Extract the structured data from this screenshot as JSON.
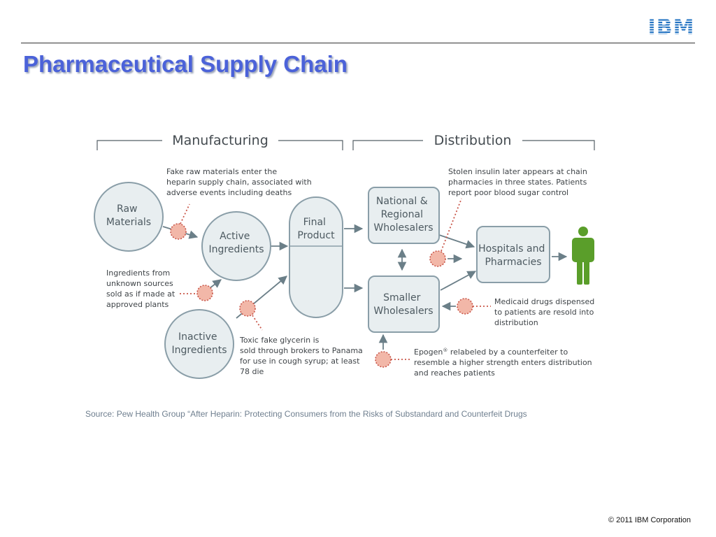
{
  "slide": {
    "title": "Pharmaceutical Supply Chain",
    "logo_text": "IBM",
    "source": "Source: Pew Health Group “After Heparin: Protecting Consumers from the Risks of Substandard and Counterfeit Drugs",
    "copyright": "© 2011 IBM Corporation"
  },
  "diagram": {
    "sections": {
      "manufacturing": "Manufacturing",
      "distribution": "Distribution"
    },
    "nodes": {
      "raw_materials": [
        "Raw",
        "Materials"
      ],
      "active_ingredients": [
        "Active",
        "Ingredients"
      ],
      "inactive_ingredients": [
        "Inactive",
        "Ingredients"
      ],
      "final_product": [
        "Final",
        "Product"
      ],
      "national_wholesalers": [
        "National &",
        "Regional",
        "Wholesalers"
      ],
      "smaller_wholesalers": [
        "Smaller",
        "Wholesalers"
      ],
      "hospitals_pharmacies": [
        "Hospitals and",
        "Pharmacies"
      ]
    },
    "notes": {
      "fake_raw_materials": [
        "Fake raw materials enter the",
        "heparin supply chain, associated with",
        "adverse events including deaths"
      ],
      "unknown_sources": [
        "Ingredients from",
        "unknown sources",
        "sold as if made at",
        "approved plants"
      ],
      "toxic_glycerin": [
        "Toxic fake glycerin is",
        "sold through brokers to Panama",
        "for use in cough syrup; at least",
        "78 die"
      ],
      "stolen_insulin": [
        "Stolen insulin later appears at chain",
        "pharmacies in three states. Patients",
        "report poor blood sugar control"
      ],
      "medicaid_drugs": [
        "Medicaid drugs dispensed",
        "to patients are resold into",
        "distribution"
      ],
      "epogen": {
        "line1_brand": "Epogen",
        "line1_mark": "®",
        "line1_rest": " relabeled by a counterfeiter to",
        "lines": [
          "resemble a higher strength enters distribution",
          "and reaches patients"
        ]
      }
    },
    "colors": {
      "node_fill": "#e8eef0",
      "node_stroke": "#8a9ea8",
      "arrow": "#6b7f88",
      "risk_fill": "#f2b7a8",
      "risk_stroke": "#c9574a",
      "patient": "#5a9e2a",
      "title": "#4b62d9",
      "ibm_blue": "#1f70c1"
    }
  }
}
